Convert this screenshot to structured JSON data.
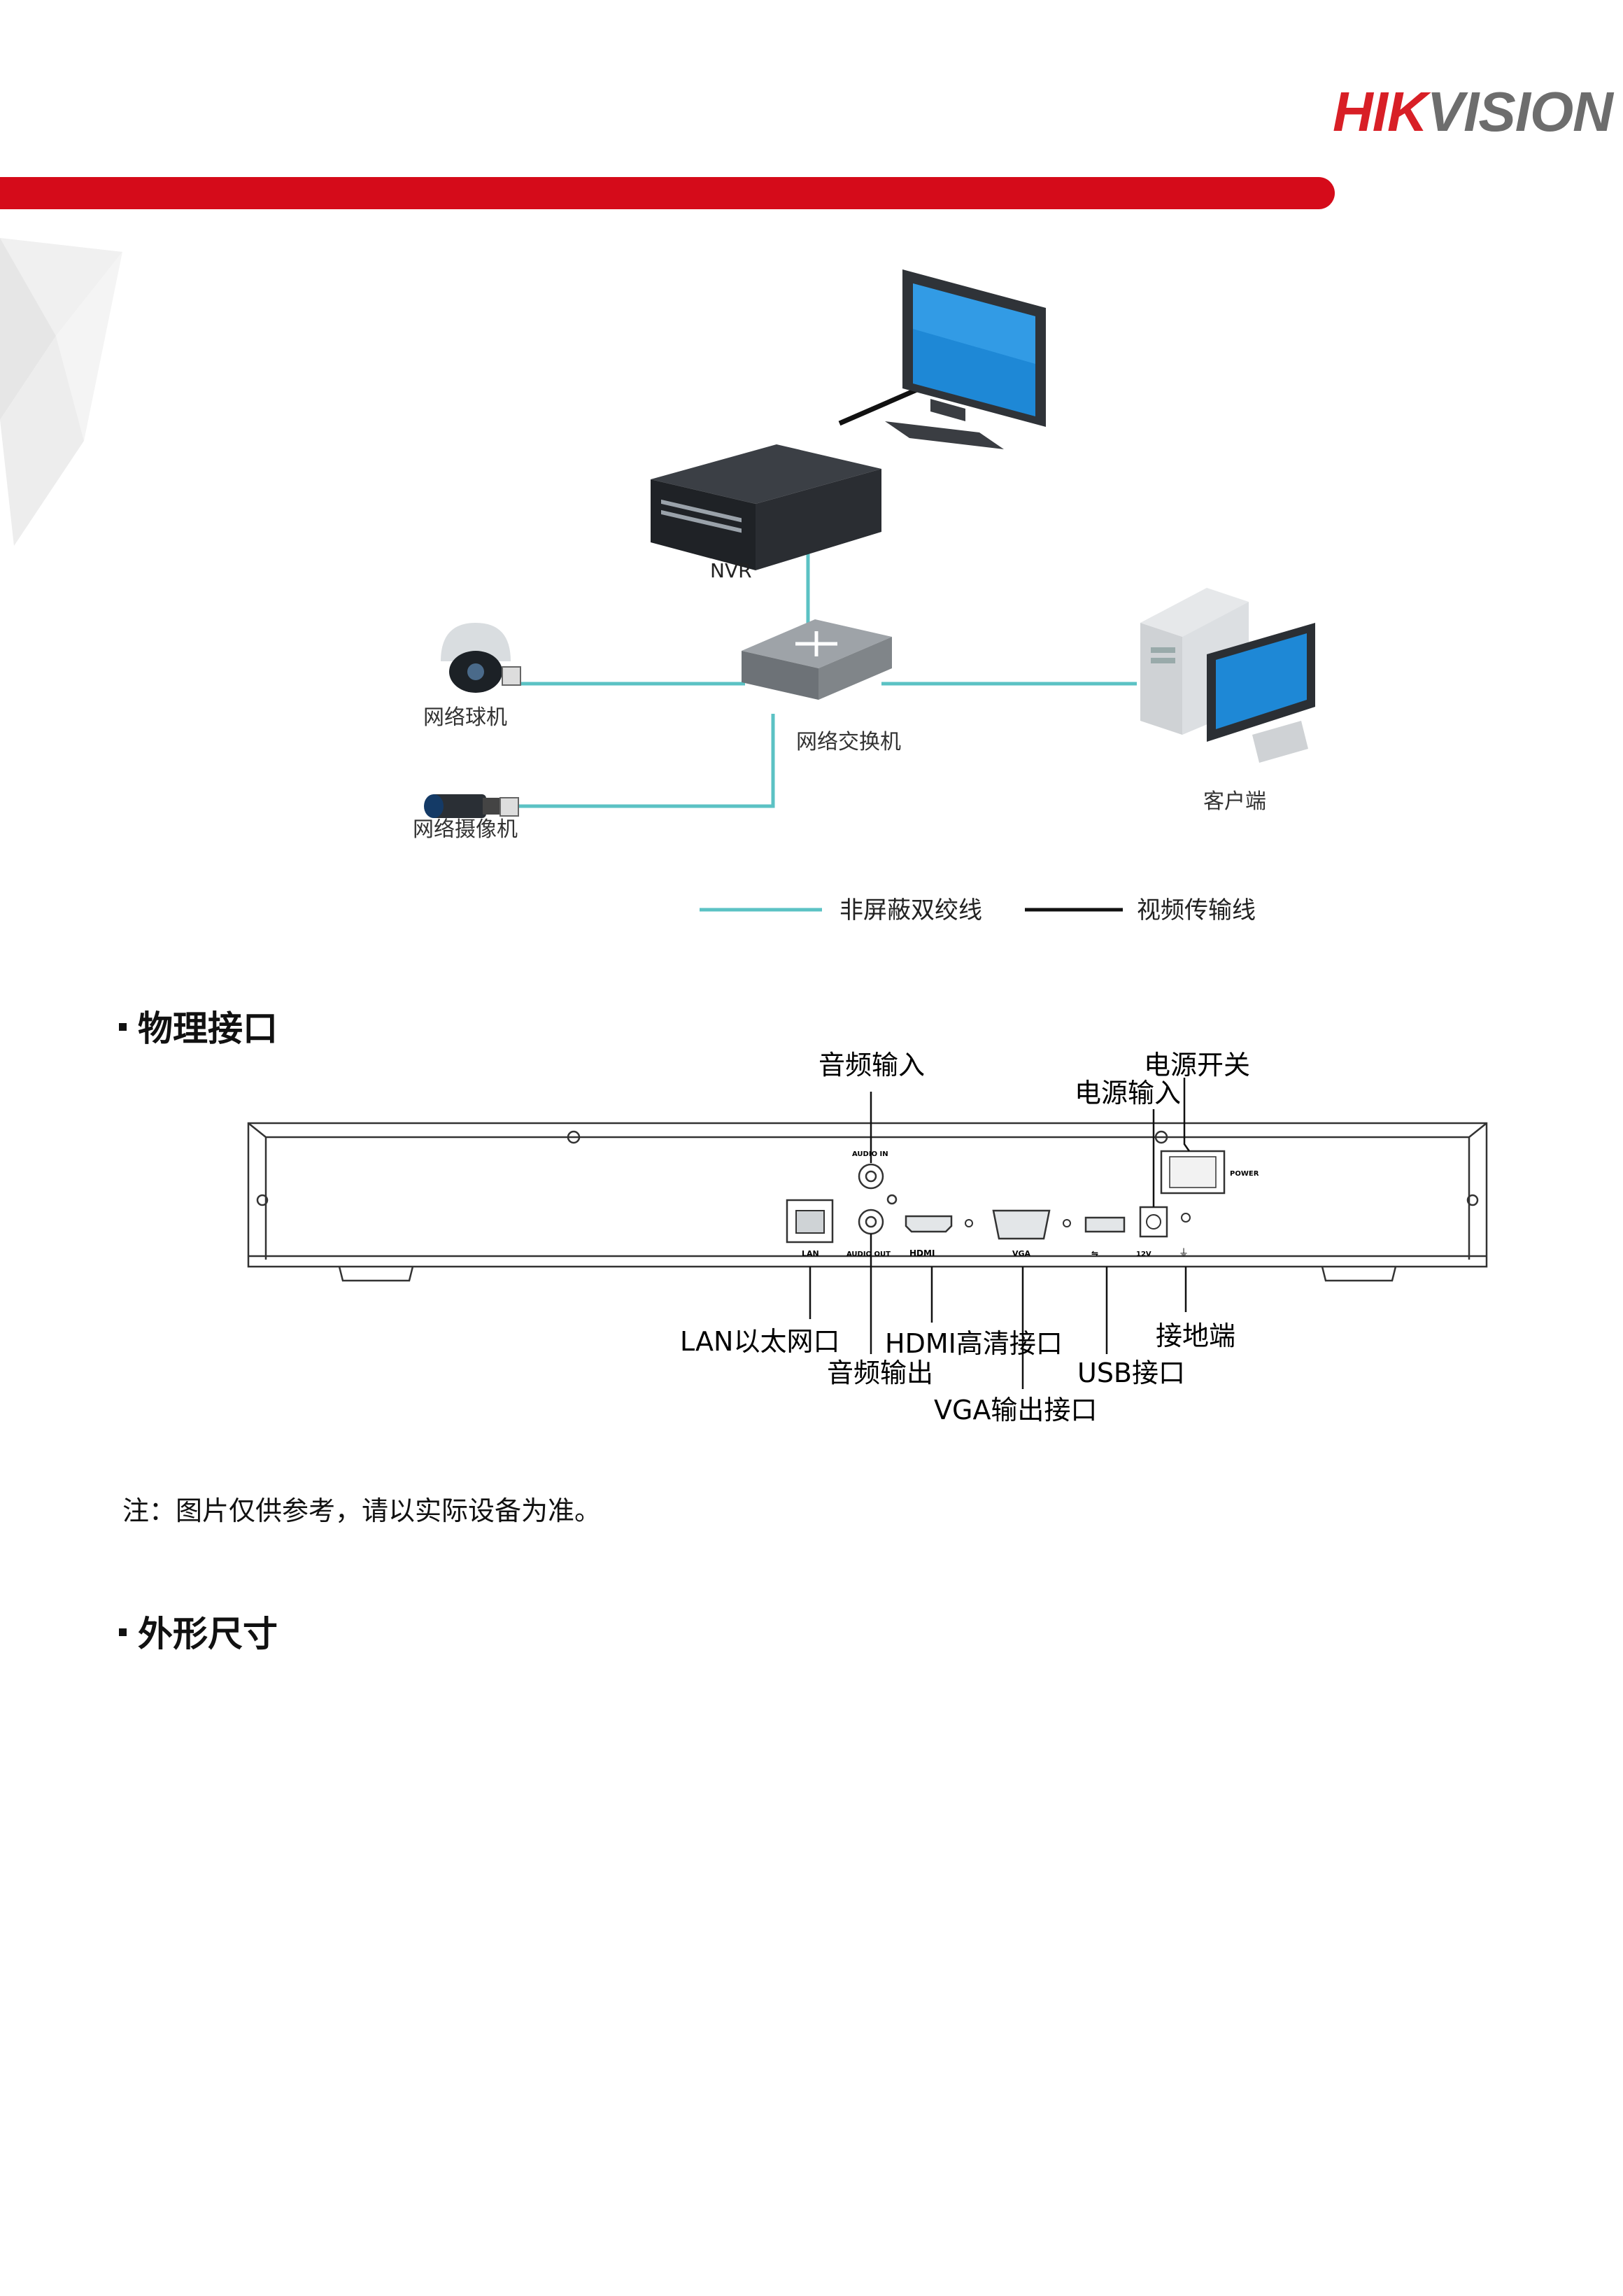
{
  "header": {
    "logo_part1": "HIK",
    "logo_part2": "VISION",
    "brand_red": "#d50b1a"
  },
  "topology": {
    "nvr": "NVR",
    "dome_camera": "网络球机",
    "network_camera": "网络摄像机",
    "switch": "网络交换机",
    "client": "客户端",
    "legend_twisted": "非屏蔽双绞线",
    "legend_video": "视频传输线",
    "twisted_color": "#5bc2c4",
    "video_color": "#111111"
  },
  "sections": {
    "physical_interface": "物理接口",
    "dimensions": "外形尺寸"
  },
  "panel": {
    "silk_audio_in": "AUDIO IN",
    "silk_lan": "LAN",
    "silk_audio_out": "AUDIO OUT",
    "silk_hdmi": "HDMI",
    "silk_vga": "VGA",
    "silk_12v": "12V",
    "silk_power": "POWER",
    "callout_audio_in": "音频输入",
    "callout_power_switch": "电源开关",
    "callout_power_input": "电源输入",
    "callout_lan": "LAN以太网口",
    "callout_hdmi": "HDMI高清接口",
    "callout_ground": "接地端",
    "callout_audio_out": "音频输出",
    "callout_usb": "USB接口",
    "callout_vga": "VGA输出接口"
  },
  "note": "注：图片仅供参考，请以实际设备为准。"
}
